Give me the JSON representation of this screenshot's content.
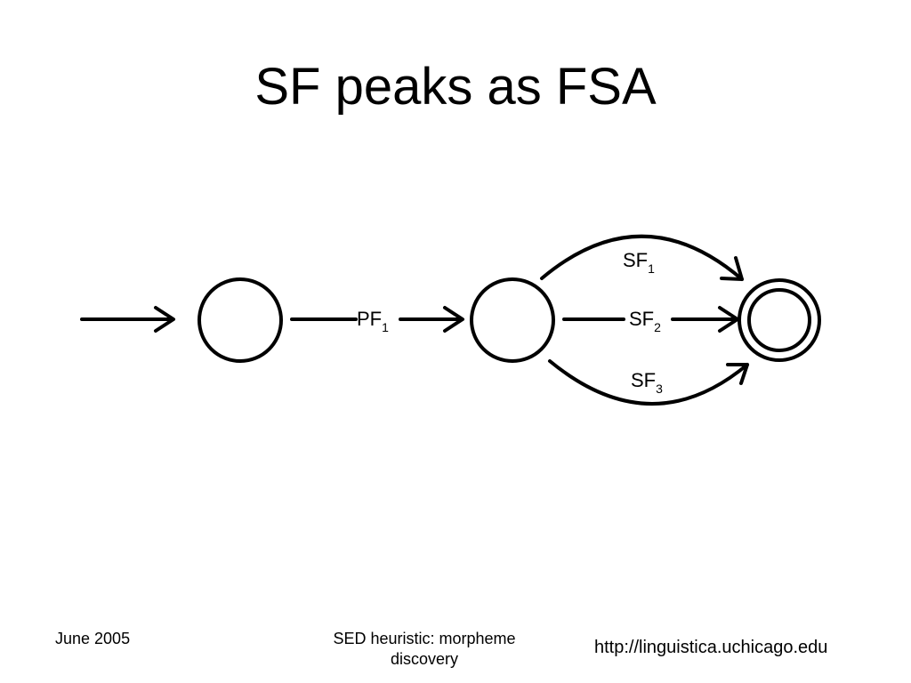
{
  "slide": {
    "title": "SF peaks as FSA"
  },
  "diagram": {
    "states": [
      {
        "id": "q0",
        "kind": "start"
      },
      {
        "id": "q1",
        "kind": "intermediate"
      },
      {
        "id": "q2",
        "kind": "accepting"
      }
    ],
    "transitions": [
      {
        "from": "q0",
        "to": "q1",
        "label": "PF",
        "subscript": "1"
      },
      {
        "from": "q1",
        "to": "q2",
        "label": "SF",
        "subscript": "1"
      },
      {
        "from": "q1",
        "to": "q2",
        "label": "SF",
        "subscript": "2"
      },
      {
        "from": "q1",
        "to": "q2",
        "label": "SF",
        "subscript": "3"
      }
    ]
  },
  "footer": {
    "date": "June 2005",
    "center_text": "SED heuristic: morpheme discovery",
    "url": "http://linguistica.uchicago.edu"
  }
}
